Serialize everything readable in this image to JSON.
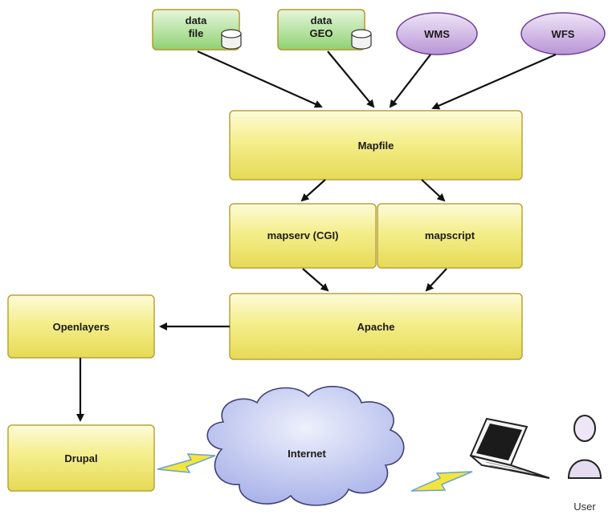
{
  "nodes": {
    "data_file": {
      "line1": "data",
      "line2": "file"
    },
    "data_geo": {
      "line1": "data",
      "line2": "GEO"
    },
    "wms": {
      "label": "WMS"
    },
    "wfs": {
      "label": "WFS"
    },
    "mapfile": {
      "label": "Mapfile"
    },
    "mapserv": {
      "label": "mapserv (CGI)"
    },
    "mapscript": {
      "label": "mapscript"
    },
    "apache": {
      "label": "Apache"
    },
    "openlayers": {
      "label": "Openlayers"
    },
    "drupal": {
      "label": "Drupal"
    },
    "internet": {
      "label": "Internet"
    },
    "user": {
      "label": "User"
    }
  },
  "colors": {
    "yellow_box": "#f2ea7a",
    "green_box": "#a6dc8e",
    "purple_ellipse": "#c6a9dc",
    "cloud": "#b7c0ee",
    "lightning": "#f3e63a"
  }
}
